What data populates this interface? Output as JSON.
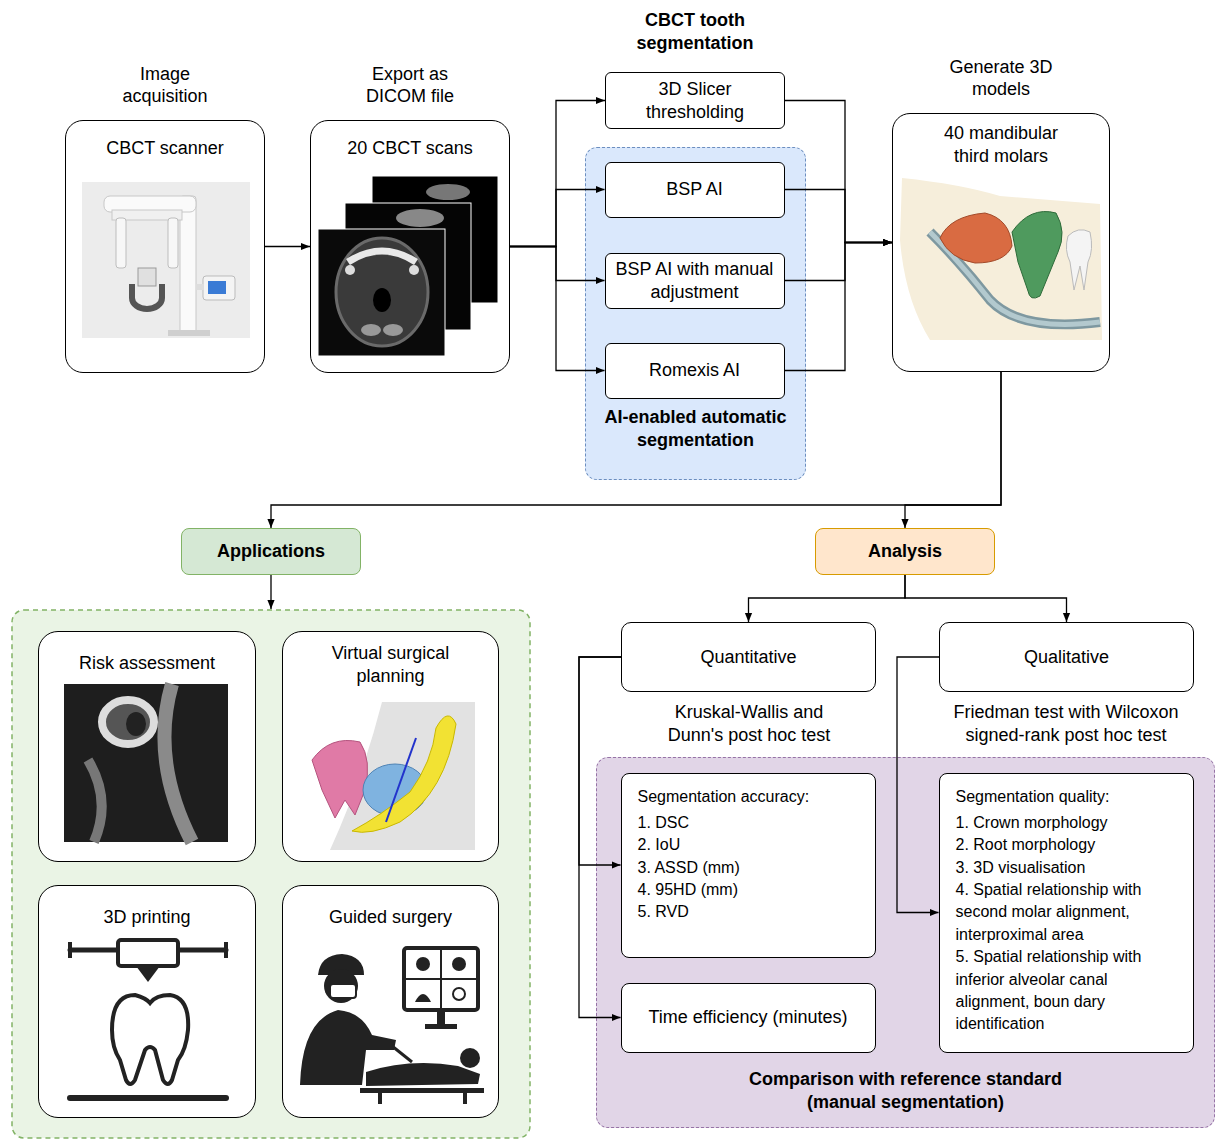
{
  "diagram": {
    "nodes": [
      {
        "text": [
          "Image acquisition",
          "CBCT scanner"
        ]
      },
      {
        "text": [
          "Export as DICOM file",
          "20 CBCT scans"
        ]
      },
      {
        "text": [
          "3D Slicer thresholding"
        ]
      },
      {
        "text": [
          "AI-enabled automatic segmentation"
        ]
      },
      {
        "text": [
          "BSP AI"
        ],
        "in": 3
      },
      {
        "text": [
          "BSP AI with manual adjustment"
        ],
        "in": 3
      },
      {
        "text": [
          "Romexis AI"
        ],
        "in": 3
      },
      {
        "text": [
          "Generate 3D models",
          "40 mandibular third molars"
        ]
      },
      {
        "text": [
          "Applications"
        ]
      },
      {
        "text": [
          "Risk assessment"
        ]
      },
      {
        "text": [
          "Virtual surgical planning"
        ]
      },
      {
        "text": [
          "3D printing"
        ]
      },
      {
        "text": [
          "Guided surgery"
        ]
      },
      {
        "text": [
          "Analysis"
        ]
      },
      {
        "text": [
          "Quantitative"
        ]
      },
      {
        "text": [
          "Qualitative"
        ]
      },
      {
        "text": [
          "Comparison with reference standard (manual segmentation)"
        ]
      },
      {
        "text": [
          "Segmentation accuracy:",
          "1. DSC",
          "2. IoU",
          "3. ASSD (mm)",
          "4. 95HD (mm)",
          "5. RVD"
        ],
        "in": 16
      },
      {
        "text": [
          "Time efficiency (minutes)"
        ],
        "in": 16
      },
      {
        "text": [
          "Segmentation quality:",
          "1. Crown morphology",
          "2. Root morphology",
          "3. 3D visualisation",
          "4. Spatial relationship with second molar alignment, interproximal area",
          "5. Spatial relationship with inferior alveolar canal alignment, boun dary identification"
        ],
        "in": 16
      }
    ],
    "edges": [
      {
        "from": 0,
        "to": 1,
        "arrow": "to"
      },
      {
        "from": 1,
        "to": 2,
        "arrow": "to"
      },
      {
        "from": 1,
        "to": 4,
        "arrow": "to"
      },
      {
        "from": 1,
        "to": 5,
        "arrow": "to"
      },
      {
        "from": 1,
        "to": 6,
        "arrow": "to"
      },
      {
        "from": 2,
        "to": 7,
        "arrow": "to"
      },
      {
        "from": 4,
        "to": 7,
        "arrow": "to"
      },
      {
        "from": 5,
        "to": 7,
        "arrow": "to"
      },
      {
        "from": 6,
        "to": 7,
        "arrow": "to"
      },
      {
        "from": 7,
        "to": 8,
        "arrow": "to"
      },
      {
        "from": 7,
        "to": 13,
        "arrow": "to"
      },
      {
        "from": 13,
        "to": 14,
        "arrow": "to"
      },
      {
        "from": 13,
        "to": 15,
        "arrow": "to"
      },
      {
        "from": 14,
        "to": 17,
        "arrow": "to"
      },
      {
        "from": 14,
        "to": 18,
        "arrow": "to"
      },
      {
        "from": 15,
        "to": 19,
        "arrow": "to"
      }
    ],
    "labels": [
      "CBCT tooth segmentation",
      "Kruskal-Wallis and Dunn's post hoc test",
      "Friedman test with Wilcoxon signed-rank post hoc test"
    ]
  }
}
